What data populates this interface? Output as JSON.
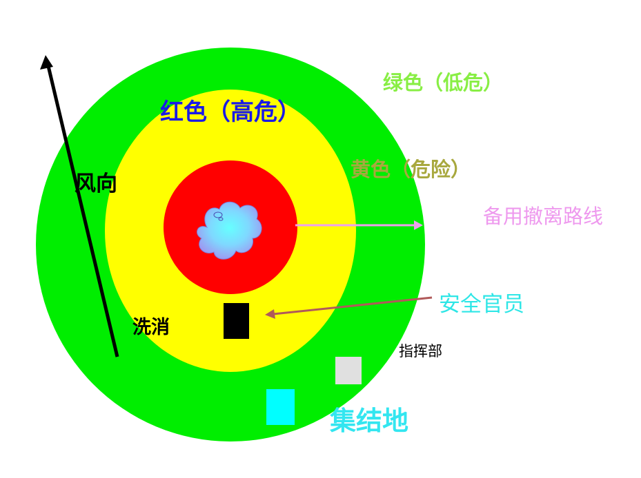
{
  "labels": {
    "green_zone": "绿色（低危）",
    "red_zone": "红色（高危）",
    "yellow_zone": "黄色（危险）",
    "wind_direction": "风向",
    "alternate_route": "备用撤离路线",
    "safety_officer": "安全官员",
    "decontamination": "洗消",
    "command_post": "指挥部",
    "assembly_area": "集结地"
  },
  "colors": {
    "green_zone": "#00EE00",
    "yellow_zone": "#FFFF00",
    "red_zone": "#FF0000",
    "cloud_outer": "#9C9CF2",
    "cloud_inner": "#66FFFF",
    "label_green": "#88EE44",
    "label_red": "#1A1AE6",
    "label_yellow": "#A8A83E",
    "label_route": "#EE99EE",
    "label_officer": "#2EE6E6",
    "label_assembly": "#33E6F0",
    "route_arrow": "#EEA0EE",
    "officer_arrow": "#B05A5A",
    "decon_station": "#000000",
    "command_post": "#E0E0E0",
    "assembly_marker": "#00FFFF"
  }
}
